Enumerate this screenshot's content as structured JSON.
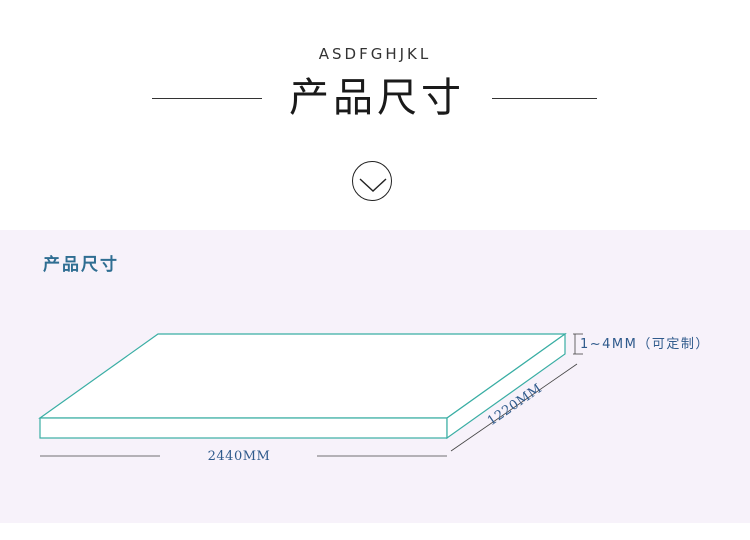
{
  "header": {
    "subtitle": "ASDFGHJKL",
    "title": "产品尺寸"
  },
  "section": {
    "title": "产品尺寸"
  },
  "dimensions": {
    "length": "2440MM",
    "width": "1220MM",
    "thickness": "1~4MM（可定制）"
  },
  "colors": {
    "board_edge": "#3aaea4",
    "panel_background": "#f7f2fa",
    "label_blue": "#2f5a8c",
    "section_title": "#2f6e92"
  },
  "icons": {
    "down": "chevron-down-circle-icon"
  }
}
